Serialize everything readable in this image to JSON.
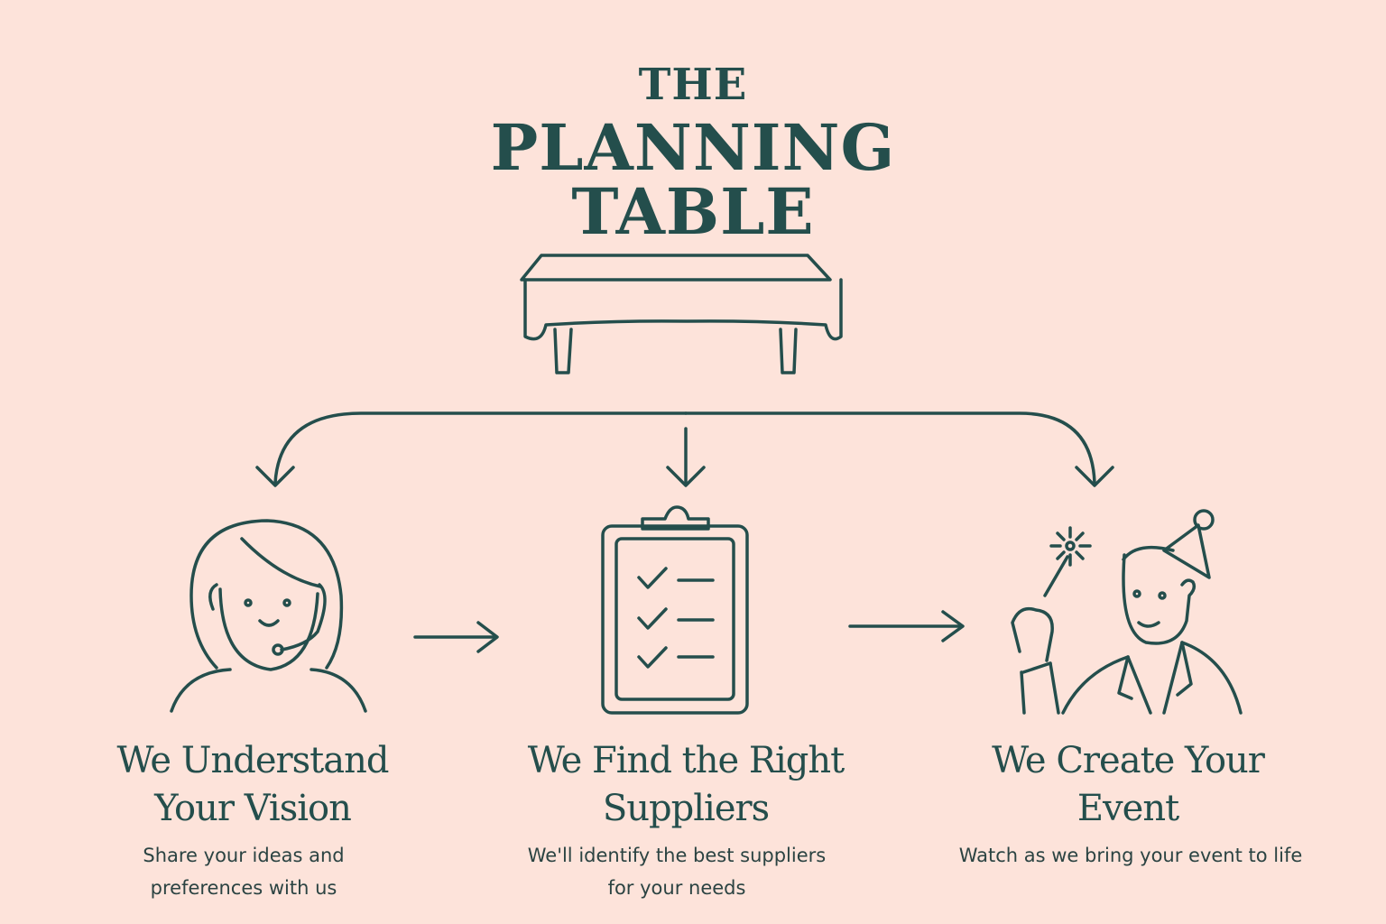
{
  "title": {
    "line1": "THE",
    "line2": "PLANNING",
    "line3": "TABLE"
  },
  "steps": [
    {
      "heading": "We Understand Your Vision",
      "description": "Share your ideas and preferences with us",
      "icon": "woman-headset-icon"
    },
    {
      "heading": "We Find the Right Suppliers",
      "description": "We'll identify the best suppliers for your needs",
      "icon": "clipboard-checklist-icon"
    },
    {
      "heading": "We Create Your Event",
      "description": "Watch as we bring your event to life",
      "icon": "party-man-sparkler-icon"
    }
  ],
  "icons": {
    "header": "table-icon",
    "arrows": [
      "curved-arrow-left",
      "arrow-down-center",
      "curved-arrow-right",
      "arrow-right-1",
      "arrow-right-2"
    ]
  },
  "colors": {
    "background": "#fde3da",
    "ink": "#244e4c"
  }
}
